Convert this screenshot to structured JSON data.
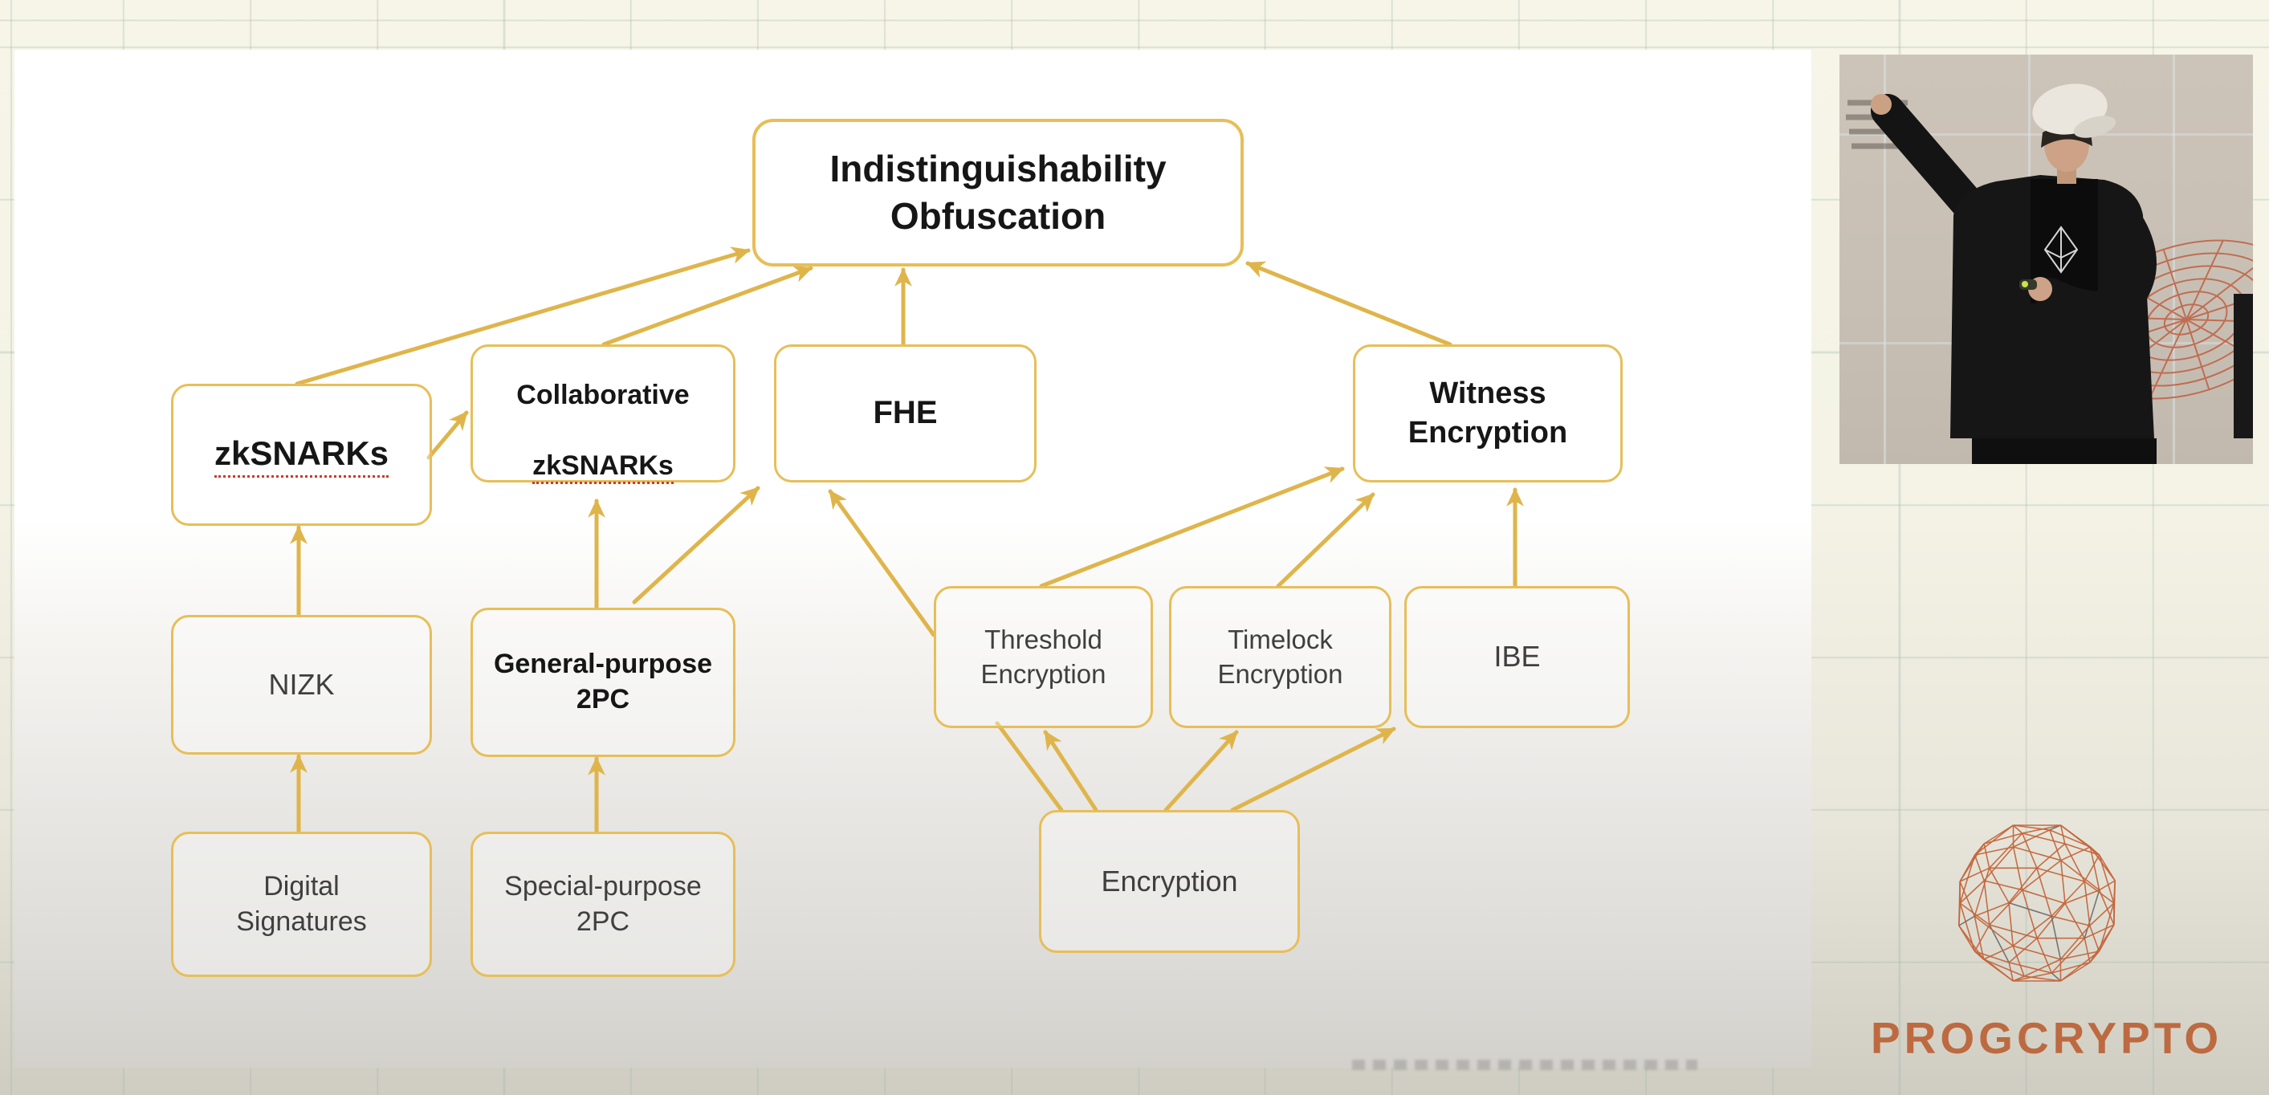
{
  "slide": {
    "nodes": {
      "io": {
        "label": "Indistinguishability\nObfuscation",
        "emphasis": "bold"
      },
      "zksnarks": {
        "label": "zkSNARKs",
        "emphasis": "bold",
        "spellcheck_underline": true
      },
      "collab": {
        "line1": "Collaborative",
        "line2": "zkSNARKs",
        "emphasis": "bold",
        "spellcheck_underline": true
      },
      "fhe": {
        "label": "FHE",
        "emphasis": "bold"
      },
      "witness": {
        "label": "Witness\nEncryption",
        "emphasis": "bold"
      },
      "nizk": {
        "label": "NIZK",
        "emphasis": "regular"
      },
      "g2pc": {
        "label": "General-purpose\n2PC",
        "emphasis": "bold"
      },
      "threshold": {
        "label": "Threshold\nEncryption",
        "emphasis": "regular"
      },
      "timelock": {
        "label": "Timelock\nEncryption",
        "emphasis": "regular"
      },
      "ibe": {
        "label": "IBE",
        "emphasis": "regular"
      },
      "digsig": {
        "label": "Digital\nSignatures",
        "emphasis": "regular"
      },
      "s2pc": {
        "label": "Special-purpose\n2PC",
        "emphasis": "regular"
      },
      "enc": {
        "label": "Encryption",
        "emphasis": "regular"
      }
    },
    "edges": [
      {
        "from": "zkSNARKs",
        "to": "Indistinguishability Obfuscation"
      },
      {
        "from": "Collaborative zkSNARKs",
        "to": "Indistinguishability Obfuscation"
      },
      {
        "from": "FHE",
        "to": "Indistinguishability Obfuscation"
      },
      {
        "from": "Witness Encryption",
        "to": "Indistinguishability Obfuscation"
      },
      {
        "from": "zkSNARKs",
        "to": "Collaborative zkSNARKs"
      },
      {
        "from": "NIZK",
        "to": "zkSNARKs"
      },
      {
        "from": "Digital Signatures",
        "to": "NIZK"
      },
      {
        "from": "Special-purpose 2PC",
        "to": "General-purpose 2PC"
      },
      {
        "from": "General-purpose 2PC",
        "to": "Collaborative zkSNARKs"
      },
      {
        "from": "General-purpose 2PC",
        "to": "FHE"
      },
      {
        "from": "Encryption",
        "to": "FHE"
      },
      {
        "from": "Encryption",
        "to": "Threshold Encryption"
      },
      {
        "from": "Encryption",
        "to": "Timelock Encryption"
      },
      {
        "from": "Encryption",
        "to": "IBE"
      },
      {
        "from": "Threshold Encryption",
        "to": "Witness Encryption"
      },
      {
        "from": "Timelock Encryption",
        "to": "Witness Encryption"
      },
      {
        "from": "IBE",
        "to": "Witness Encryption"
      }
    ]
  },
  "branding": {
    "wordmark": "PROGCRYPTO"
  },
  "colors": {
    "arrow": "#DFB54B",
    "node_border": "#E7BE58",
    "spellcheck_underline": "#CC3A28",
    "wordmark": "#BD6A41",
    "stage_mesh": "#BF5F41"
  }
}
